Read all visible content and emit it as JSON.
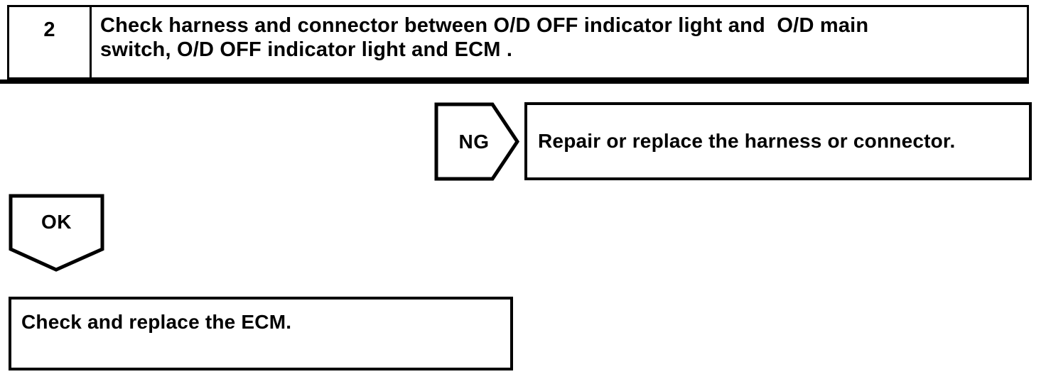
{
  "flowchart": {
    "step": {
      "number": "2",
      "instruction": "Check harness and connector between O/D OFF indicator light and  O/D main\nswitch, O/D OFF indicator light and ECM ."
    },
    "ng_branch": {
      "label": "NG",
      "action": "Repair or replace the harness or connector."
    },
    "ok_branch": {
      "label": "OK",
      "action": "Check and replace the ECM."
    }
  },
  "colors": {
    "ink": "#000000",
    "paper": "#ffffff"
  }
}
